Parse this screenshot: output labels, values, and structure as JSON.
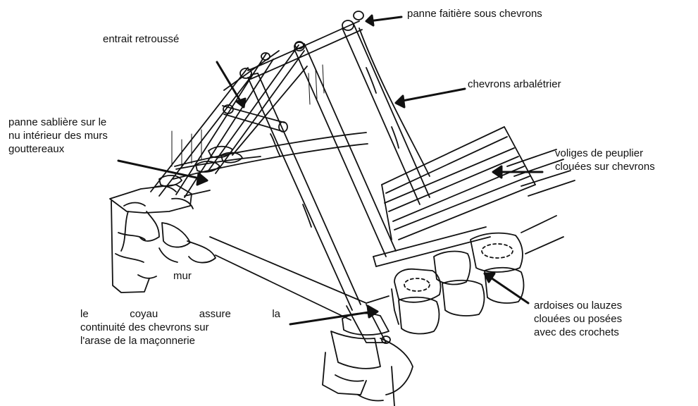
{
  "labels": {
    "panne_faitiere": "panne faitière sous chevrons",
    "entrait": "entrait retroussé",
    "chevrons_arbaletrier": "chevrons arbalétrier",
    "panne_sabliere": [
      "panne  sablière sur le",
      "nu intérieur des murs",
      "gouttereaux"
    ],
    "voliges": [
      "voliges de peuplier",
      "clouées sur chevrons"
    ],
    "mur": "mur",
    "coyau": [
      "le     coyau     assure     la",
      "continuité des chevrons sur",
      "l'arase de la maçonnerie"
    ],
    "ardoises": [
      "ardoises ou lauzes",
      "clouées ou posées",
      "avec des  crochets"
    ]
  },
  "colors": {
    "ink": "#111111",
    "background": "#ffffff"
  }
}
